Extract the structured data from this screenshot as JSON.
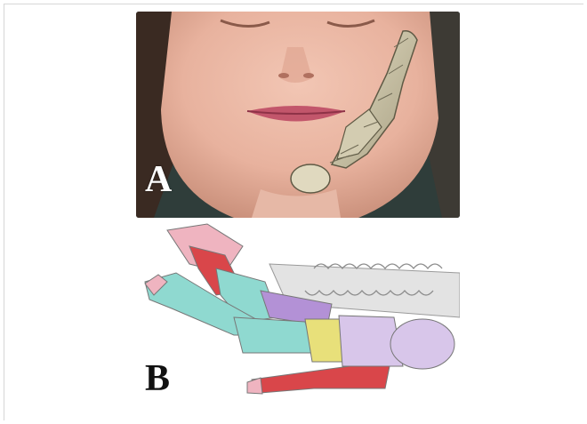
{
  "figure": {
    "panels": [
      {
        "id": "A",
        "label": "A",
        "depiction": "face-with-homunculus-overlay"
      },
      {
        "id": "B",
        "label": "B",
        "depiction": "color-coded-body-map-along-teeth"
      }
    ]
  },
  "colors": {
    "skin": "#e9b9a7",
    "hair": "#3a2a22",
    "background_dark": "#2d3d3a",
    "lips": "#c2566b",
    "bone_figure": "#cdc6aa",
    "cyan_region": "#8fd9d0",
    "red_region": "#d9464a",
    "purple_region": "#b391d6",
    "lavender_region": "#d8c6ea",
    "yellow_region": "#e8e07a",
    "pink_region": "#efb4c0",
    "teeth_gray": "#d8d8d8"
  }
}
